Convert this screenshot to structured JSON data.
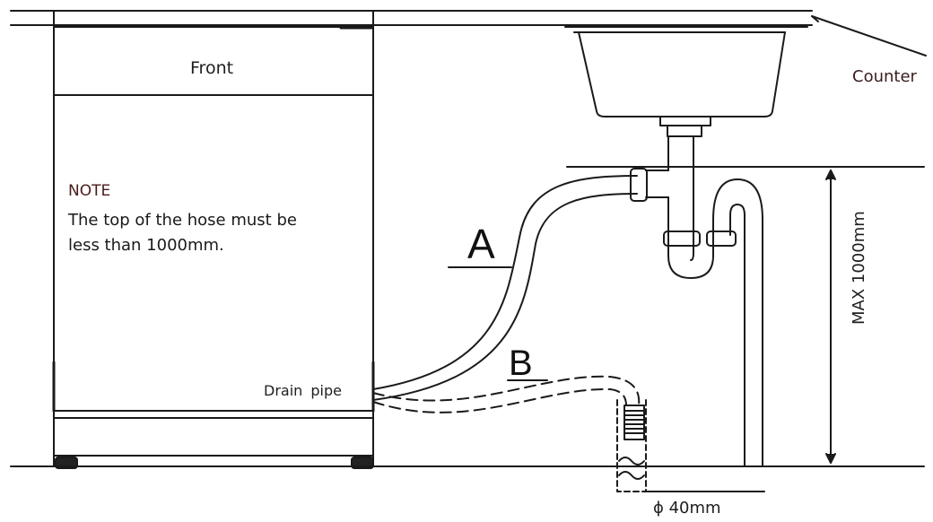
{
  "diagram": {
    "front_label": "Front",
    "counter_label": "Counter",
    "note_title": "NOTE",
    "note_line1": "The top of the hose must be",
    "note_line2": "less than 1000mm.",
    "drain_label": "Drain  pipe",
    "hose_a_label": "A",
    "hose_b_label": "B",
    "max_height_label": "MAX 1000mm",
    "pipe_diameter_label": "ϕ 40mm"
  }
}
